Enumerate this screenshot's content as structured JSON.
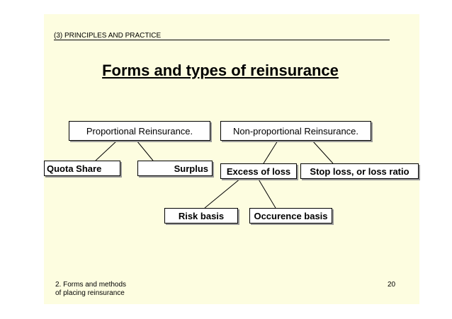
{
  "header": {
    "text": "(3) PRINCIPLES AND PRACTICE"
  },
  "title": "Forms and types of reinsurance",
  "nodes": {
    "proportional": "Proportional Reinsurance.",
    "non_proportional": "Non-proportional Reinsurance.",
    "quota_share": "Quota Share",
    "surplus": "Surplus",
    "excess_of_loss": "Excess of loss",
    "stop_loss": "Stop loss, or loss ratio",
    "risk_basis": "Risk basis",
    "occurence_basis": "Occurence basis"
  },
  "footer": {
    "line1": "2. Forms and methods",
    "line2": "of placing reinsurance",
    "page": "20"
  }
}
